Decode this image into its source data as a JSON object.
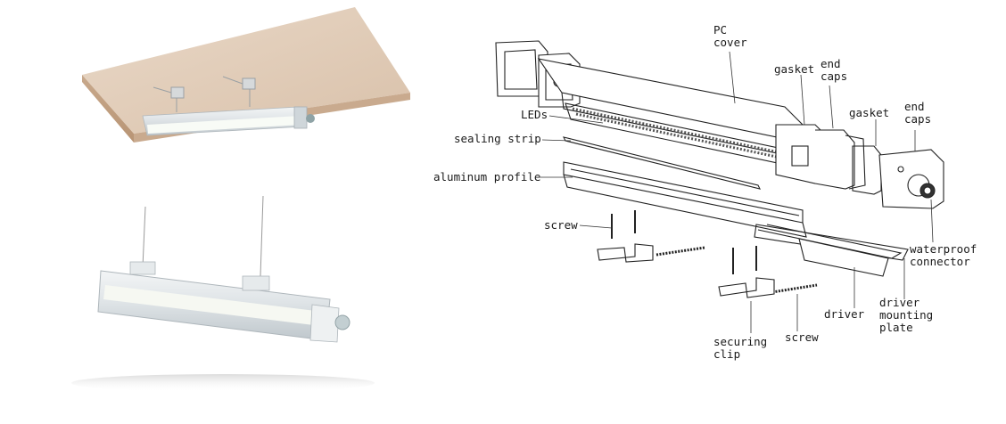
{
  "labels": {
    "pc_cover": [
      "PC",
      "cover"
    ],
    "gasket_1": [
      "gasket"
    ],
    "end_caps_1": [
      "end",
      "caps"
    ],
    "leds": [
      "LEDs"
    ],
    "gasket_2": [
      "gasket"
    ],
    "end_caps_2": [
      "end",
      "caps"
    ],
    "sealing_strip": [
      "sealing strip"
    ],
    "aluminum_profile": [
      "aluminum profile"
    ],
    "screw_1": [
      "screw"
    ],
    "waterproof_connector": [
      "waterproof",
      "connector"
    ],
    "driver_mounting_plate": [
      "driver",
      "mounting",
      "plate"
    ],
    "driver": [
      "driver"
    ],
    "securing_clip": [
      "securing",
      "clip"
    ],
    "screw_2": [
      "screw"
    ]
  }
}
